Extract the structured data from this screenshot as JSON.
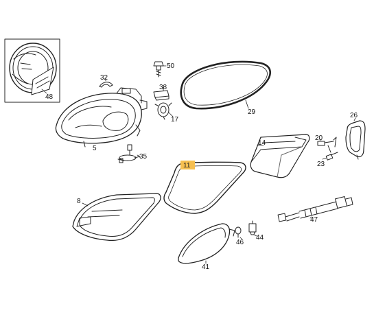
{
  "colors": {
    "line": "#222222",
    "highlight": "#f6bf4f",
    "background": "#ffffff",
    "shade": "#bdbdbd"
  },
  "labels": {
    "p5": "5",
    "p8": "8",
    "p11": "11",
    "p14": "14",
    "p17": "17",
    "p20": "20",
    "p23": "23",
    "p26": "26",
    "p29": "29",
    "p32": "32",
    "p35": "35",
    "p38": "38",
    "p41": "41",
    "p44": "44",
    "p46": "46",
    "p47": "47",
    "p48": "48",
    "p50": "50"
  },
  "highlighted_part": "11"
}
